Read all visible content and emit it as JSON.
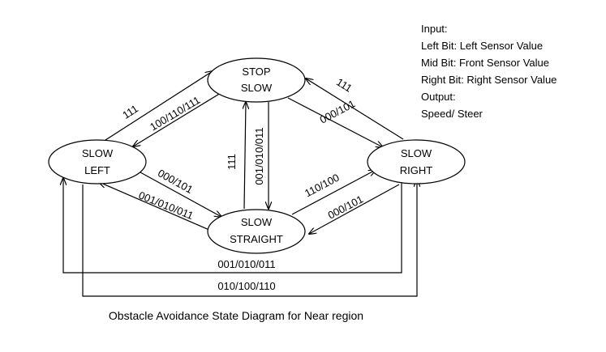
{
  "states": {
    "stop_slow": {
      "line1": "STOP",
      "line2": "SLOW"
    },
    "slow_left": {
      "line1": "SLOW",
      "line2": "LEFT"
    },
    "slow_right": {
      "line1": "SLOW",
      "line2": "RIGHT"
    },
    "slow_straight": {
      "line1": "SLOW",
      "line2": "STRAIGHT"
    }
  },
  "transitions": {
    "left_to_stop": "111",
    "stop_to_left": "100/110/111",
    "right_to_stop": "111",
    "stop_to_right": "000/101",
    "straight_to_stop": "111",
    "stop_to_straight": "001/010/011",
    "left_to_straight": "000/101",
    "straight_to_left": "001/010/011",
    "straight_to_right": "110/100",
    "right_to_straight": "000/101",
    "right_to_left_bottom": "001/010/011",
    "left_to_right_bottom": "010/100/110"
  },
  "legend": {
    "line1": "Input:",
    "line2": "Left Bit: Left Sensor Value",
    "line3": "Mid Bit: Front Sensor Value",
    "line4": "Right Bit: Right Sensor Value",
    "line5": "Output:",
    "line6": "Speed/ Steer"
  },
  "caption": "Obstacle Avoidance State Diagram for Near region"
}
